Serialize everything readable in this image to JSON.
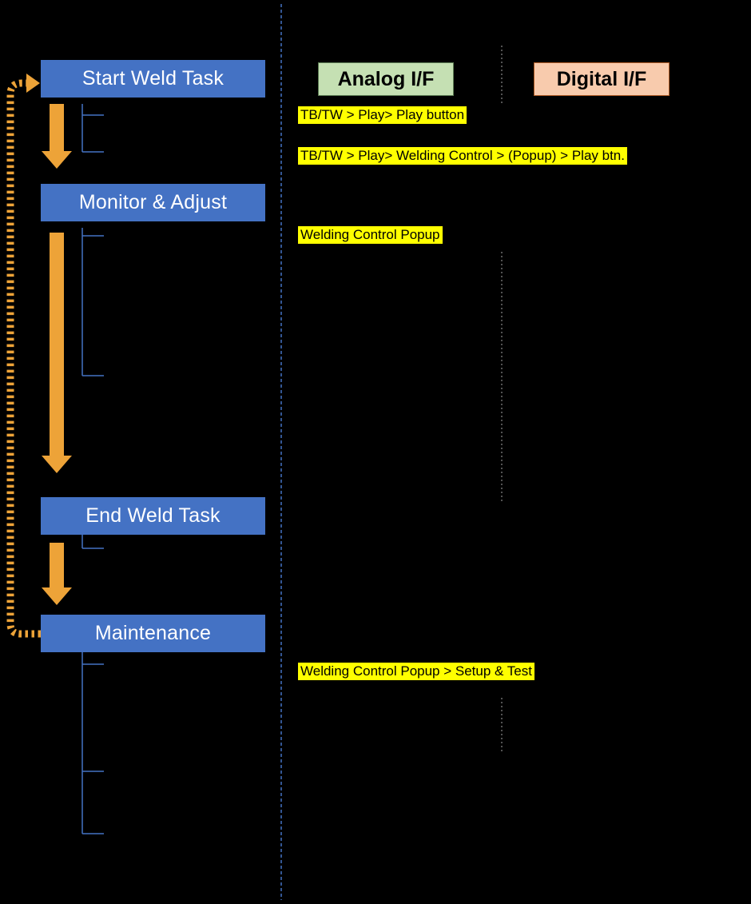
{
  "colors": {
    "background": "#000000",
    "task_fill": "#4472C4",
    "task_text": "#FFFFFF",
    "arrow": "#EDA338",
    "bracket": "#4472C4",
    "divider": "#4472C4",
    "sub_divider": "#A6A6A6",
    "note_bg": "#FFFF00",
    "note_text": "#000000",
    "analog_fill": "#C5E0B3",
    "analog_border": "#5B7B52",
    "digital_fill": "#F8CBAD",
    "digital_border": "#B05C26"
  },
  "tasks": [
    {
      "label": "Start Weld Task"
    },
    {
      "label": "Monitor & Adjust"
    },
    {
      "label": "End Weld Task"
    },
    {
      "label": "Maintenance"
    }
  ],
  "columns": [
    {
      "label": "Analog I/F"
    },
    {
      "label": "Digital I/F"
    }
  ],
  "notes": [
    {
      "text": "TB/TW > Play> Play button"
    },
    {
      "text": "TB/TW > Play> Welding Control > (Popup) > Play btn."
    },
    {
      "text": "Welding Control Popup"
    },
    {
      "text": "Welding Control Popup > Setup & Test"
    }
  ]
}
